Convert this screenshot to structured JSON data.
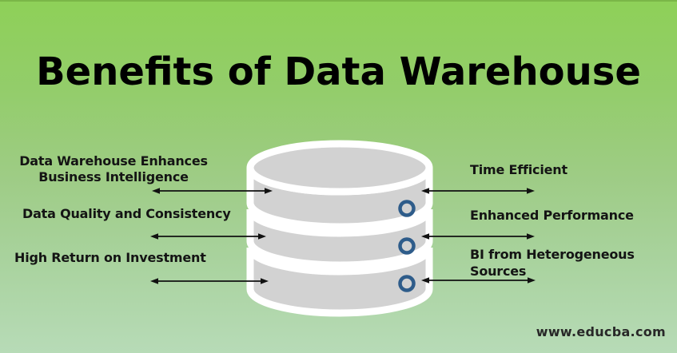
{
  "title": "Benefits of Data Warehouse",
  "diagram": {
    "center_icon": "database-cylinder-icon",
    "left_benefits": [
      {
        "text": "Data Warehouse Enhances\nBusiness Intelligence"
      },
      {
        "text": "Data Quality and Consistency"
      },
      {
        "text": "High Return on Investment"
      }
    ],
    "right_benefits": [
      {
        "text": "Time Efficient"
      },
      {
        "text": "Enhanced Performance"
      },
      {
        "text": "BI from Heterogeneous\nSources"
      }
    ]
  },
  "watermark": "www.educba.com",
  "colors": {
    "background_top": "#8ed058",
    "background_bottom": "#b7dbb7",
    "title_text": "#000000",
    "label_text": "#141414",
    "cylinder_fill": "#d2d2d2",
    "cylinder_outline": "#ffffff",
    "ring_blue": "#2e5c8a",
    "arrow": "#111111"
  }
}
